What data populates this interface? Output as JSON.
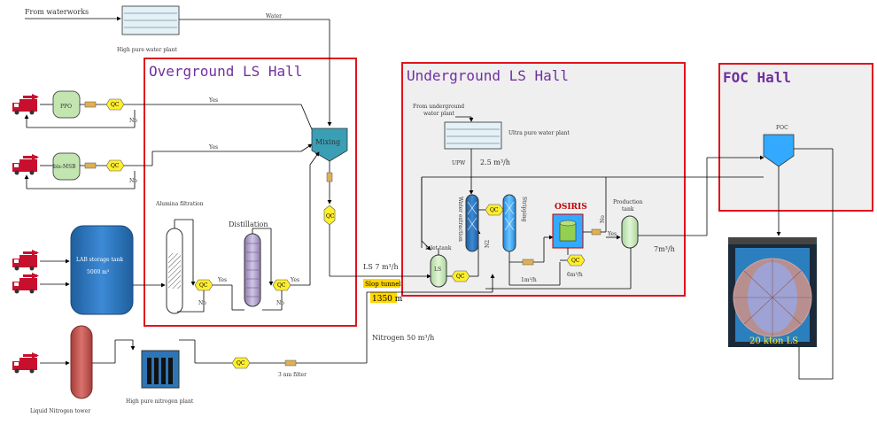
{
  "halls": {
    "overground": "Overground LS Hall",
    "underground": "Underground LS Hall",
    "foc": "FOC Hall"
  },
  "labels": {
    "from_waterworks": "From waterworks",
    "high_pure_water_plant": "High pure water plant",
    "water": "Water",
    "ppo": "PPO",
    "bis_msb": "bis-MSB",
    "qc": "QC",
    "yes": "Yes",
    "no": "No",
    "mixing": "Mixing",
    "alumina_filtration": "Alumina filtration",
    "distillation": "Distillation",
    "lab_tank_line1": "LAB storage tank",
    "lab_tank_line2": "5000 m³",
    "ls_flow": "LS 7 m³/h",
    "slop_tunnel": "Slop tunnel",
    "slop_length": "1350 m",
    "from_underground_line1": "From underground",
    "from_underground_line2": "water plant",
    "ultra_pure_water_plant": "Ultra pure water plant",
    "upw": "UPW",
    "upw_flow": "2.5 m³/h",
    "water_extraction": "Water extraction",
    "stripping": "Stripping",
    "osiris": "OSIRIS",
    "production_tank_line1": "Production",
    "production_tank_line2": "tank",
    "inlet_tank": "Inlet tank",
    "ls": "LS",
    "n2": "N2",
    "flow_1": "1m³/h",
    "flow_6": "6m³/h",
    "flow_7": "7m³/h",
    "foc": "FOC",
    "detector": "20 kton LS",
    "nitrogen_flow": "Nitrogen 50 m³/h",
    "filter": "3 nm filter",
    "liquid_nitrogen_tower": "Liquid Nitrogen tower",
    "high_pure_nitrogen_plant": "High pure nitrogen plant"
  },
  "colors": {
    "hall_border": "#e0141e",
    "hall_title": "#7030a0",
    "truck": "#c8102e",
    "qc_fill": "#ffef2e",
    "mixing": "#3a9fb5",
    "green_tank": "#c3e6b0",
    "blue_tank": "#2e75b6",
    "light_blue": "#33aaff",
    "red_tower": "#c0504d",
    "slop_fill": "#ffd700"
  }
}
